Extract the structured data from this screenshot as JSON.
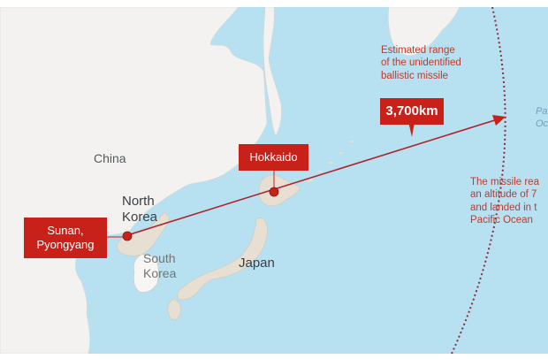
{
  "map": {
    "colors": {
      "ocean": "#b7e0f1",
      "land_other": "#f3f2f0",
      "land_highlight": "#e6dfd2",
      "south_korea": "#f7f6f4",
      "accent_red": "#c8211a",
      "trajectory": "#b0242b",
      "range_arc": "#8a2f3a"
    },
    "countries": {
      "china": "China",
      "north_korea": [
        "North",
        "Korea"
      ],
      "south_korea": [
        "South",
        "Korea"
      ],
      "japan": "Japan"
    },
    "ocean_label": [
      "Pa",
      "Oc"
    ],
    "callouts": {
      "launch": [
        "Sunan,",
        "Pyongyang"
      ],
      "hokkaido": "Hokkaido",
      "distance": "3,700km"
    },
    "notes": {
      "range": [
        "Estimated range",
        "of the unidentified",
        "ballistic missile"
      ],
      "altitude": [
        "The missile rea",
        "an altitude of 7",
        "and landed in t",
        "Pacific Ocean"
      ]
    }
  }
}
